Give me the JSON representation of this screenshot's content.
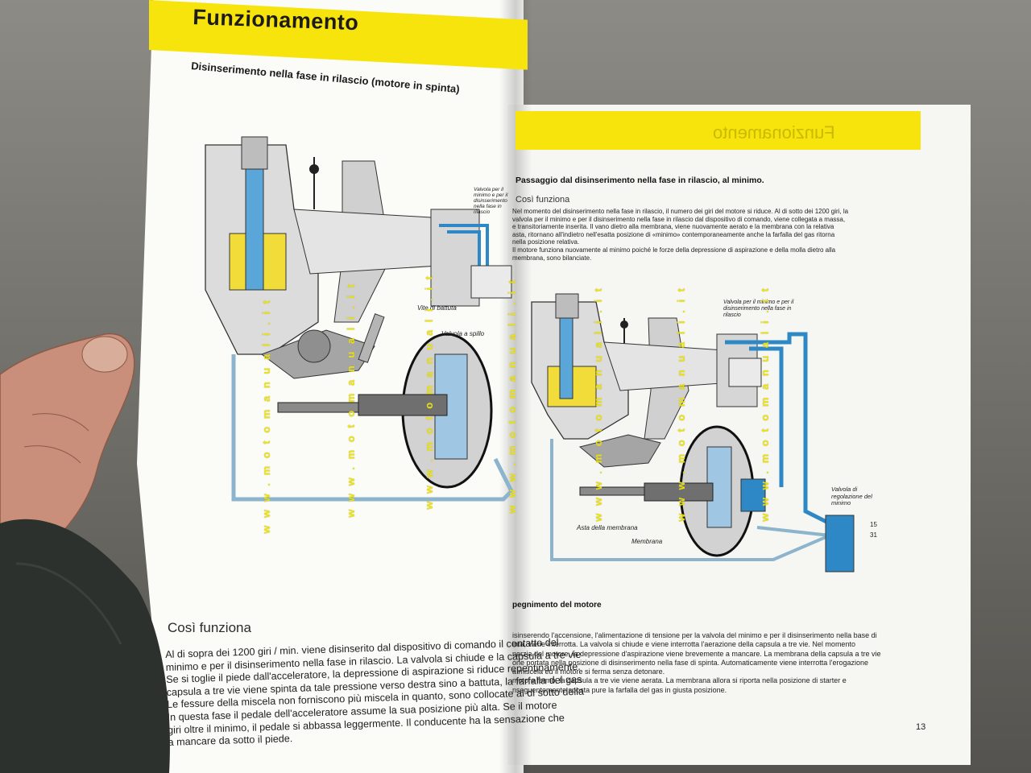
{
  "header": {
    "title_left": "Funzionamento",
    "mirror_text": "Funzionamento"
  },
  "left_page": {
    "subtitle": "Disinserimento nella fase in rilascio (motore in spinta)",
    "labels": {
      "vite_battuta": "Vite di battuta",
      "valvola_spillo": "Valvola a spillo",
      "valvola_per_il": "Valvola per il minimo e per il disinserimento nella fase in rilascio"
    },
    "section_heading": "Così funziona",
    "paragraph": [
      "Al di sopra dei 1200 giri / min. viene disinserito dal dispositivo di comando il contatto del",
      "minimo e per il disinserimento nella fase in rilascio. La valvola si chiude e la capsula a tre vie",
      "Se si toglie il piede dall'acceleratore, la depressione di aspirazione si riduce repentinamente.",
      "capsula a tre vie viene spinta da tale pressione verso destra sino a battuta, la farfalla del gas",
      "Le fessure della miscela non forniscono più miscela in quanto, sono collocate al di sotto della",
      "In questa fase il pedale dell'acceleratore assume la sua posizione più alta. Se il motore",
      "giri oltre il minimo, il pedale si abbassa leggermente. Il conducente ha la sensazione che",
      "a mancare da sotto il piede."
    ]
  },
  "right_page": {
    "heading": "Passaggio dal disinserimento nella fase in rilascio, al minimo.",
    "subheading": "Così funziona",
    "paragraph": [
      "Nel momento del disinserimento nella fase in rilascio, il numero dei giri del motore si riduce. Al di sotto dei 1200 giri, la",
      "valvola per il minimo e per il disinserimento nella fase in rilascio dal dispositivo di comando, viene collegata a massa,",
      "e transitoriamente inserita. Il vano dietro alla membrana, viene nuovamente aerato e la membrana con la relativa",
      "asta, ritornano all'indietro nell'esatta posizione di «minimo» contemporaneamente anche la farfalla del gas ritorna",
      "nella posizione relativa.",
      "Il motore funziona nuovamente al minimo poiché le forze della depressione di aspirazione e della molla dietro alla",
      "membrana, sono bilanciate."
    ],
    "labels": {
      "valvola_minimo": "Valvola per il minimo e per il disinserimento nella fase in rilascio",
      "valvola_regolazione": "Valvola di regolazione del minimo",
      "asta_membrana": "Asta della membrana",
      "membrana": "Membrana",
      "term_15": "15",
      "term_31": "31"
    },
    "heading2": "pegnimento del motore",
    "paragraph2": [
      "isinserendo l'accensione, l'alimentazione di tensione per la valvola del minimo e per il disinserimento nella base di",
      "inta, viene interrotta. La valvola si chiude e viene interrotta l'aerazione della capsula a tre vie. Nel momento",
      "nerzia del motore, la depressione d'aspirazione viene brevemente a mancare. La membrana della capsula a tre vie",
      "one portata nella posizione di disinserimento nella fase di spinta. Automaticamente viene interrotta l'erogazione",
      "a miscela ed il motore si ferma senza detonare.",
      "motore fermo, la capsula a tre vie viene aerata. La membrana allora si riporta nella posizione di starter e",
      "nseguentemente sposta pure la farfalla del gas in giusta posizione."
    ],
    "page_number": "13"
  },
  "watermark": "w w w . m o t o m a n u a l i . i t",
  "colors": {
    "yellow_band": "#f7e40c",
    "diagram_blue": "#2f88c6",
    "diagram_fill": "#d8d8d8",
    "watermark": "#eee400"
  }
}
